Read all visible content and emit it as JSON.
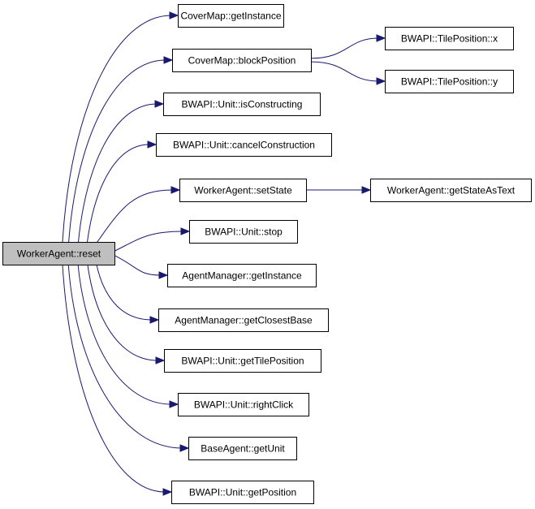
{
  "diagram": {
    "type": "call-graph",
    "colors": {
      "edge": "#191970",
      "root_fill": "#bfbfbf",
      "node_fill": "#ffffff",
      "node_border": "#000000"
    },
    "nodes": [
      {
        "id": "reset",
        "label": "WorkerAgent::reset",
        "root": true
      },
      {
        "id": "cm_getInstance",
        "label": "CoverMap::getInstance"
      },
      {
        "id": "cm_blockPosition",
        "label": "CoverMap::blockPosition"
      },
      {
        "id": "tp_x",
        "label": "BWAPI::TilePosition::x"
      },
      {
        "id": "tp_y",
        "label": "BWAPI::TilePosition::y"
      },
      {
        "id": "u_isConstructing",
        "label": "BWAPI::Unit::isConstructing"
      },
      {
        "id": "u_cancelConstruction",
        "label": "BWAPI::Unit::cancelConstruction"
      },
      {
        "id": "wa_setState",
        "label": "WorkerAgent::setState"
      },
      {
        "id": "wa_getStateAsText",
        "label": "WorkerAgent::getStateAsText"
      },
      {
        "id": "u_stop",
        "label": "BWAPI::Unit::stop"
      },
      {
        "id": "am_getInstance",
        "label": "AgentManager::getInstance"
      },
      {
        "id": "am_getClosestBase",
        "label": "AgentManager::getClosestBase"
      },
      {
        "id": "u_getTilePosition",
        "label": "BWAPI::Unit::getTilePosition"
      },
      {
        "id": "u_rightClick",
        "label": "BWAPI::Unit::rightClick"
      },
      {
        "id": "ba_getUnit",
        "label": "BaseAgent::getUnit"
      },
      {
        "id": "u_getPosition",
        "label": "BWAPI::Unit::getPosition"
      }
    ],
    "edges": [
      {
        "from": "reset",
        "to": "cm_getInstance"
      },
      {
        "from": "reset",
        "to": "cm_blockPosition"
      },
      {
        "from": "reset",
        "to": "u_isConstructing"
      },
      {
        "from": "reset",
        "to": "u_cancelConstruction"
      },
      {
        "from": "reset",
        "to": "wa_setState"
      },
      {
        "from": "reset",
        "to": "u_stop"
      },
      {
        "from": "reset",
        "to": "am_getInstance"
      },
      {
        "from": "reset",
        "to": "am_getClosestBase"
      },
      {
        "from": "reset",
        "to": "u_getTilePosition"
      },
      {
        "from": "reset",
        "to": "u_rightClick"
      },
      {
        "from": "reset",
        "to": "ba_getUnit"
      },
      {
        "from": "reset",
        "to": "u_getPosition"
      },
      {
        "from": "cm_blockPosition",
        "to": "tp_x"
      },
      {
        "from": "cm_blockPosition",
        "to": "tp_y"
      },
      {
        "from": "wa_setState",
        "to": "wa_getStateAsText"
      }
    ]
  }
}
